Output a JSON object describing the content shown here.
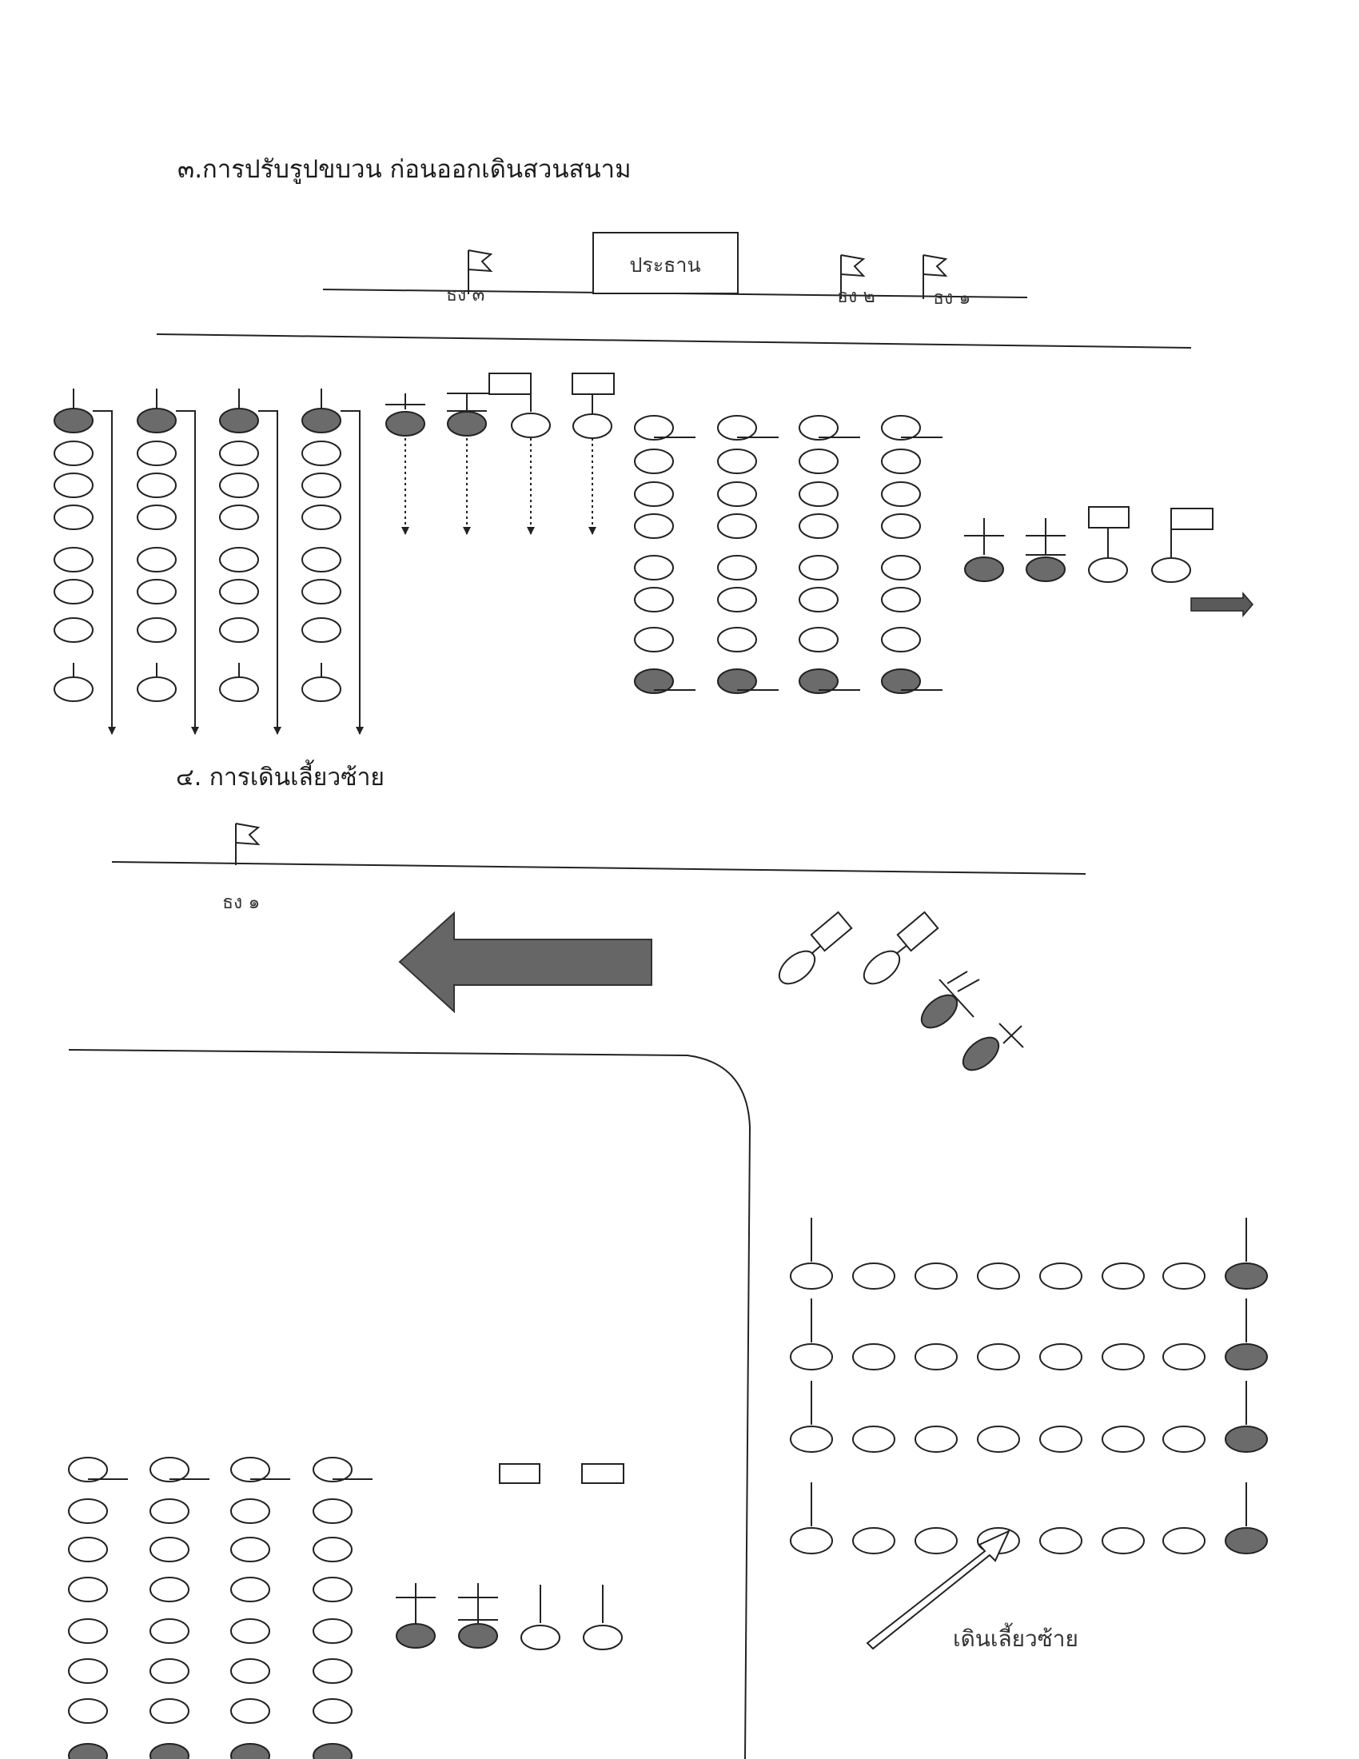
{
  "section3": {
    "title": "๓.การปรับรูปขบวน ก่อนออกเดินสวนสนาม",
    "box_label": "ประธาน",
    "flags": [
      "ธง ๓",
      "ธง ๒",
      "ธง ๑"
    ]
  },
  "section4": {
    "title": "๔. การเดินเลี้ยวซ้าย",
    "flag_label": "ธง ๑",
    "turn_label": "เดินเลี้ยวซ้าย"
  },
  "colors": {
    "ink": "#222222",
    "filled_marcher": "#6b6b6b"
  }
}
